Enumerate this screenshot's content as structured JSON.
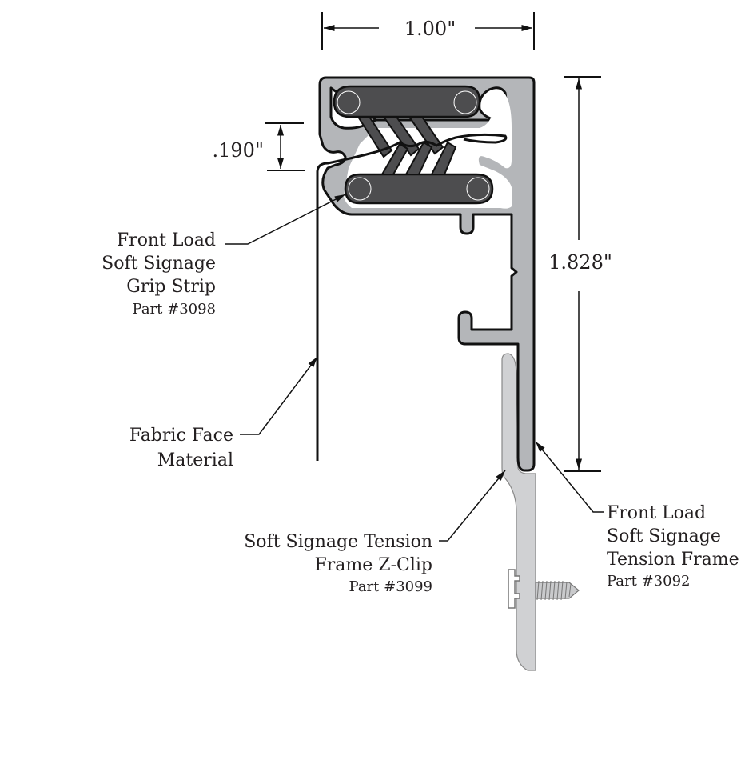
{
  "diagram": {
    "title": "Front Load Soft Signage Tension Frame Cross-Section",
    "colors": {
      "frame_fill": "#b4b6b9",
      "grip_fill": "#4d4d4f",
      "clip_fill": "#d0d1d3",
      "stroke": "#111111",
      "text": "#231f20"
    },
    "dimensions": {
      "width": "1.00\"",
      "height": "1.828\"",
      "gap": ".190\""
    },
    "labels": {
      "grip_strip": {
        "lines": [
          "Front Load",
          "Soft Signage",
          "Grip Strip"
        ],
        "part": "Part #3098"
      },
      "fabric": {
        "lines": [
          "Fabric Face",
          "Material"
        ]
      },
      "z_clip": {
        "lines": [
          "Soft Signage Tension",
          "Frame Z-Clip"
        ],
        "part": "Part #3099"
      },
      "tension_frame": {
        "lines": [
          "Front Load",
          "Soft Signage",
          "Tension Frame"
        ],
        "part": "Part #3092"
      }
    }
  }
}
